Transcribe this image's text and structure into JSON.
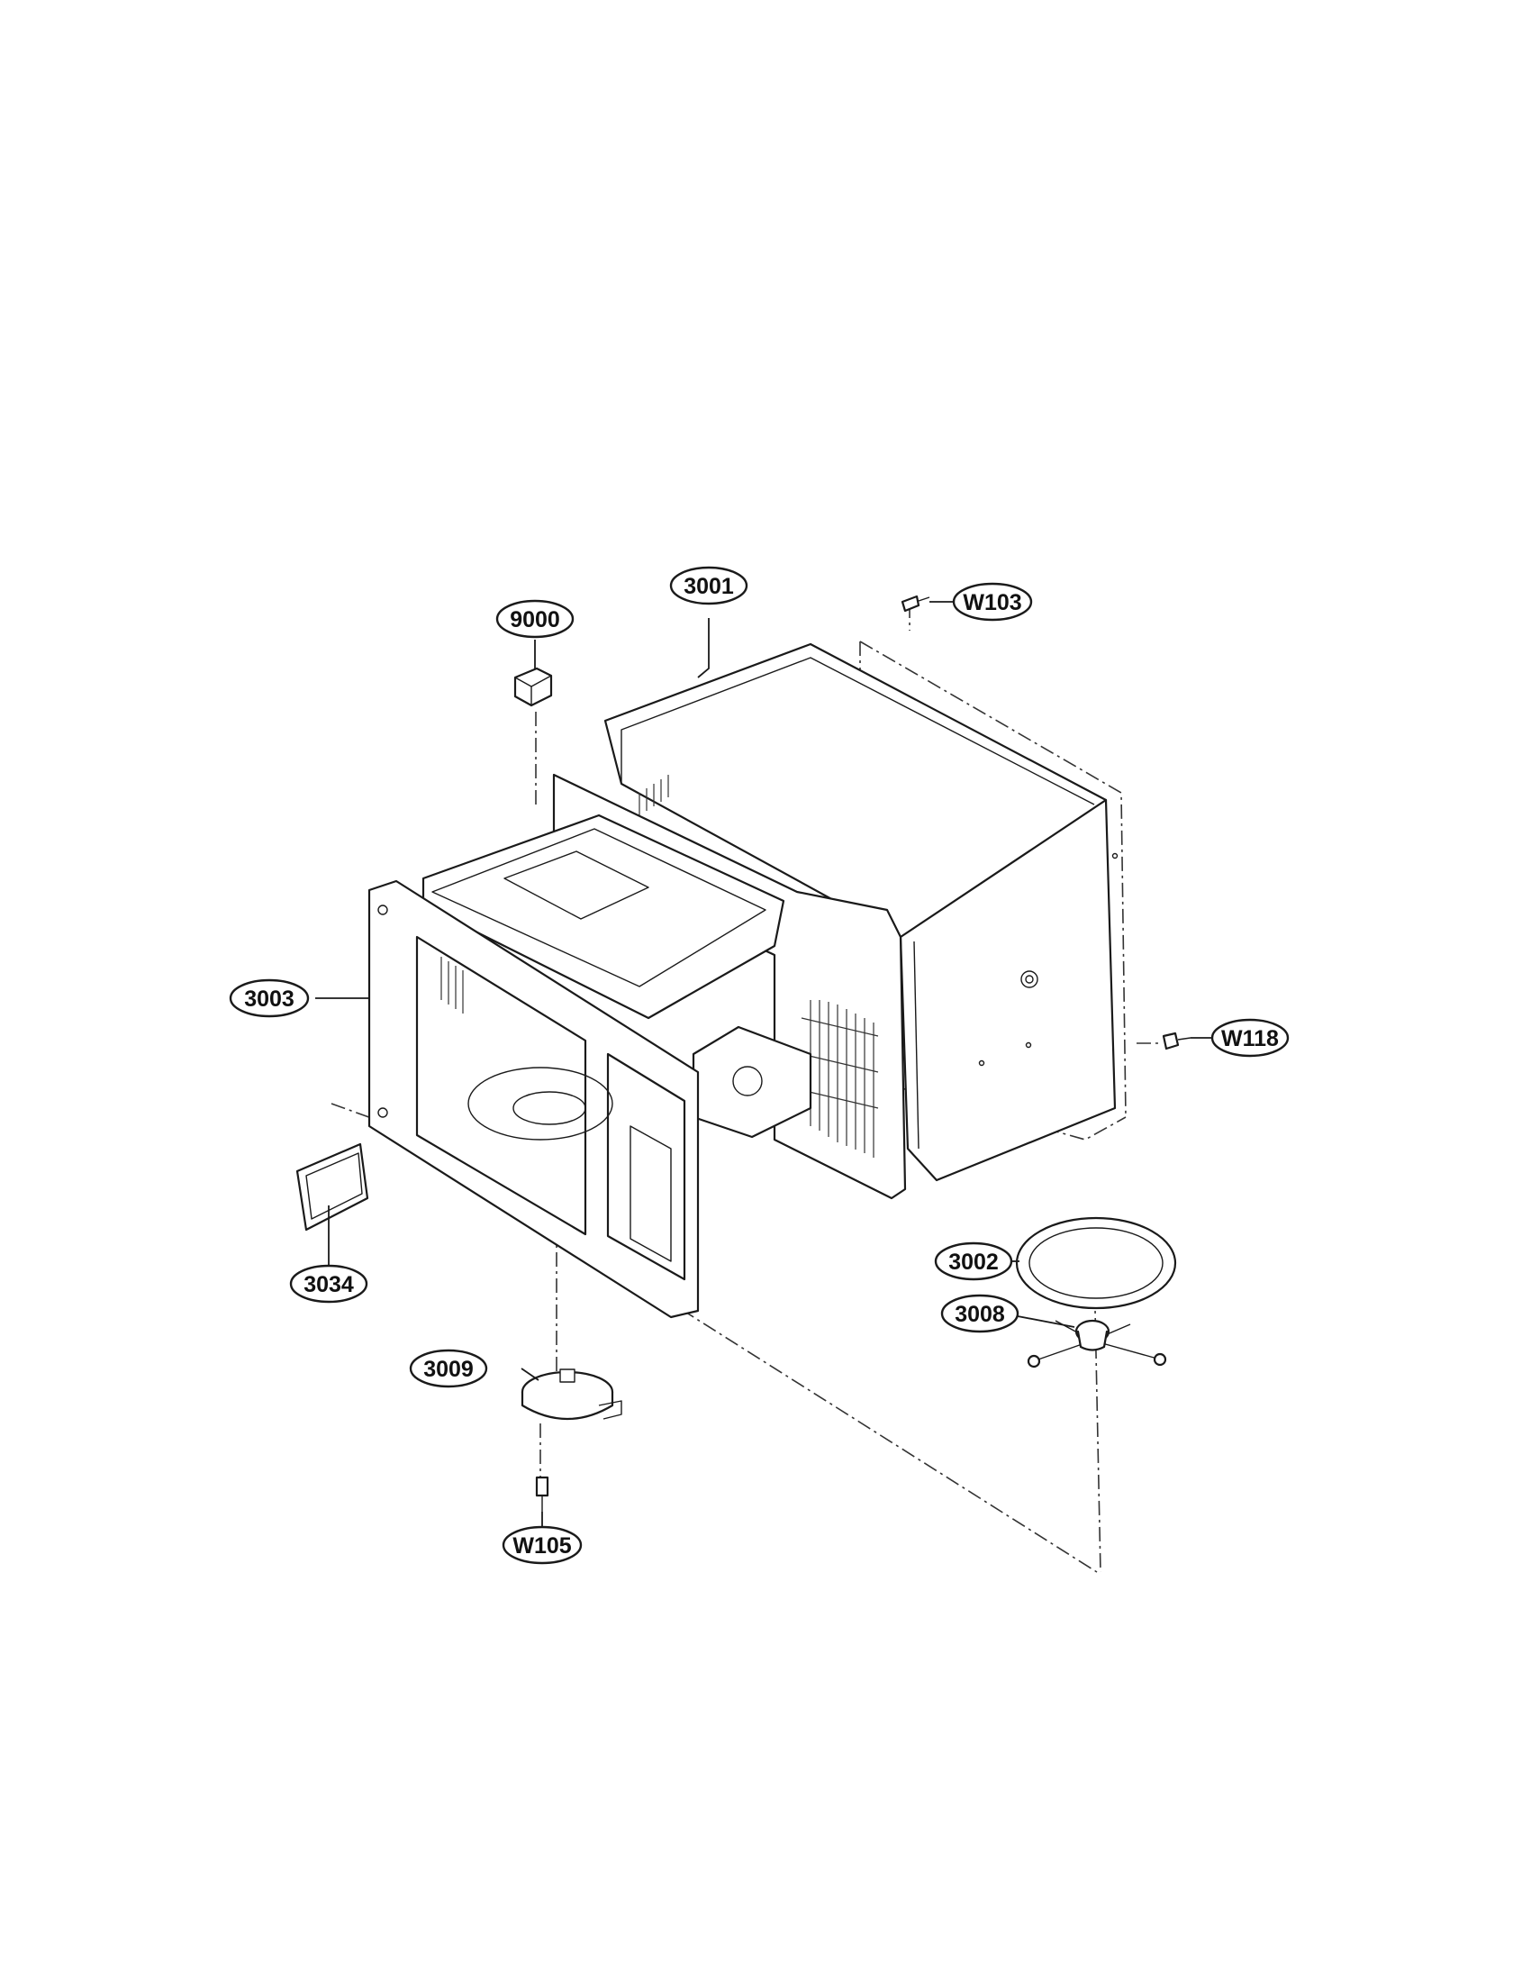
{
  "callouts": [
    {
      "id": "9000",
      "label": "9000",
      "part": "connector"
    },
    {
      "id": "3001",
      "label": "3001",
      "part": "outer-case"
    },
    {
      "id": "W103",
      "label": "W103",
      "part": "screw"
    },
    {
      "id": "3003",
      "label": "3003",
      "part": "cavity-front-plate"
    },
    {
      "id": "W118",
      "label": "W118",
      "part": "screw"
    },
    {
      "id": "3034",
      "label": "3034",
      "part": "waveguide-cover"
    },
    {
      "id": "3002",
      "label": "3002",
      "part": "glass-tray"
    },
    {
      "id": "3008",
      "label": "3008",
      "part": "roller-guide"
    },
    {
      "id": "3009",
      "label": "3009",
      "part": "turntable-motor"
    },
    {
      "id": "W105",
      "label": "W105",
      "part": "screw"
    }
  ]
}
